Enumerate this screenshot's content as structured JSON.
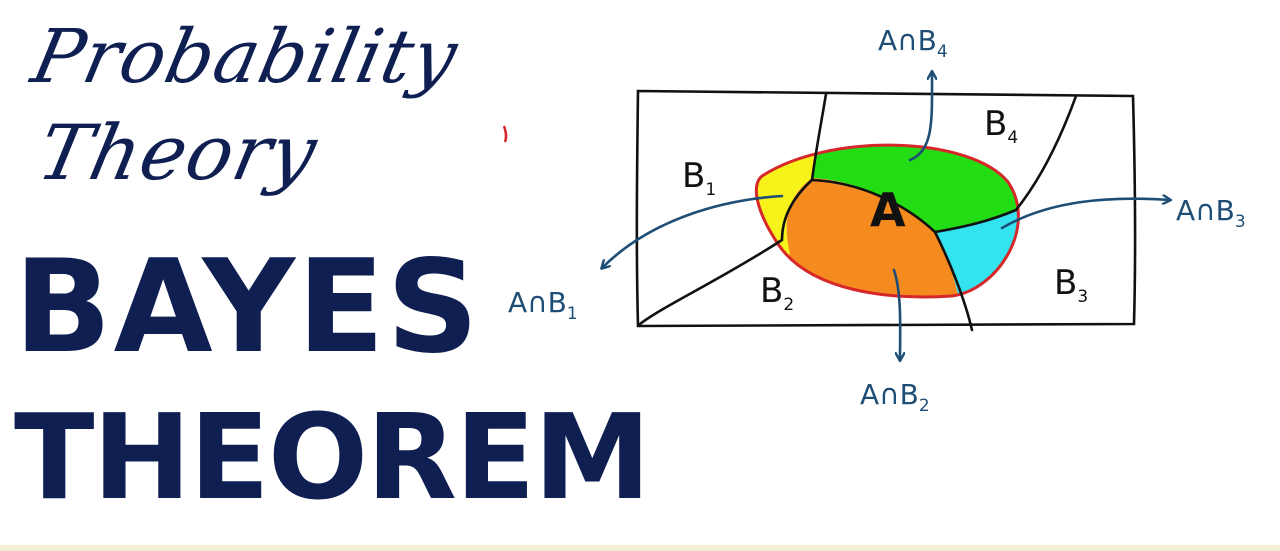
{
  "subtitle": {
    "line1": "Probability",
    "line2": "Theory"
  },
  "headline": {
    "line1": "BAYES",
    "line2": "THEOREM"
  },
  "diagram": {
    "set_a_label": "A",
    "partition_labels": [
      {
        "letter": "B",
        "sub": "1"
      },
      {
        "letter": "B",
        "sub": "2"
      },
      {
        "letter": "B",
        "sub": "3"
      },
      {
        "letter": "B",
        "sub": "4"
      }
    ],
    "intersection_labels": [
      {
        "prefix": "A∩B",
        "sub": "1"
      },
      {
        "prefix": "A∩B",
        "sub": "2"
      },
      {
        "prefix": "A∩B",
        "sub": "3"
      },
      {
        "prefix": "A∩B",
        "sub": "4"
      }
    ],
    "colors": {
      "text_dark": "#0f1f52",
      "arrow": "#1e4d75",
      "region_b1": "#f6f21a",
      "region_b2": "#f58a1f",
      "region_b3": "#33e4f0",
      "region_b4": "#22dc14",
      "ellipse_outline": "#d6282a"
    }
  }
}
